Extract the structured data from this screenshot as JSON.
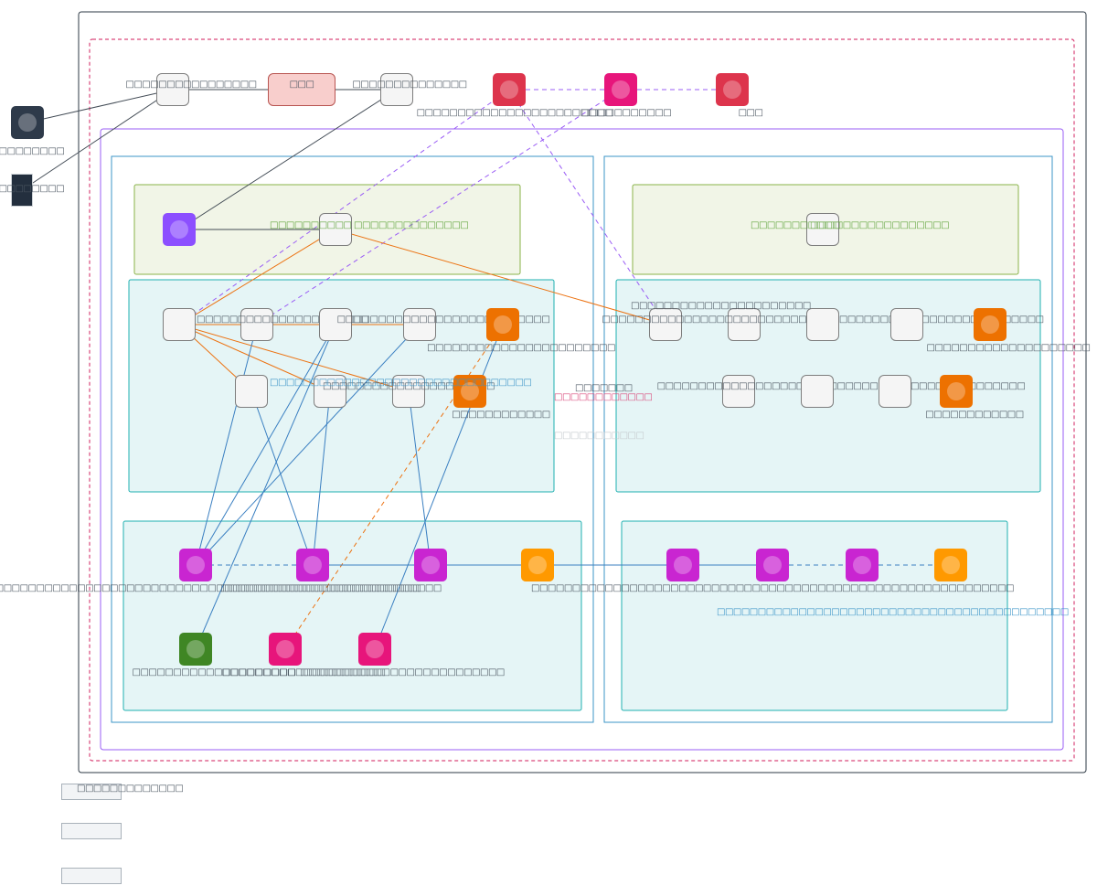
{
  "colors": {
    "outer_frame": "#2e3a45",
    "region_dashed": "#d9477a",
    "vpc": "#9a5cf5",
    "subnet_col": "#3b94c7",
    "green_group": "#8ab34a",
    "green_group_fill": "#f1f5e7",
    "teal_group": "#1fb0b0",
    "teal_group_fill": "#e5f5f6",
    "edge_dark": "#434c56",
    "edge_orange": "#ec7211",
    "edge_blue": "#3a7fc1",
    "edge_purple_dashed": "#9a5cf5",
    "edge_orange_dashed": "#ec7211"
  },
  "external": [
    {
      "id": "ext1",
      "label": "□□□□□□□□□",
      "icon": "user-icon",
      "color": "#2e3a4a"
    },
    {
      "id": "ext2",
      "label": "□□□□□□□□□□□□□",
      "icon": "device-icon",
      "color": "#232f3e"
    }
  ],
  "top_row": [
    {
      "id": "t1",
      "label": "□□□□□□□□□□□□□□□□",
      "kind": "service"
    },
    {
      "id": "t2",
      "label": "□□□",
      "kind": "service-red"
    },
    {
      "id": "t3",
      "label": "□□□□□□□□□□□□□□",
      "kind": "service"
    },
    {
      "id": "t4",
      "label": "□□□□□□□□□□□□□□□□□□□□□□□□",
      "kind": "icon",
      "color": "#dd344c",
      "icon": "security-icon"
    },
    {
      "id": "t5",
      "label": "□□□□□□□□□□□",
      "kind": "icon",
      "color": "#e7157b",
      "icon": "management-icon"
    },
    {
      "id": "t6",
      "label": "□□□",
      "kind": "icon",
      "color": "#dd344c",
      "icon": "security-icon"
    }
  ],
  "left_column": {
    "green_group": {
      "label_left": "□□□□□□□□□□",
      "label_right": "□□□□□□□□□□□□□□",
      "nodes": [
        {
          "id": "lg1",
          "kind": "icon",
          "color": "#8c4fff",
          "icon": "network-icon",
          "label": ""
        },
        {
          "id": "lg2",
          "kind": "service",
          "label": ""
        }
      ]
    },
    "teal_group": {
      "label": "□□□□□□□□□□□□□□□□□□□□□□□□□□□□□□□□",
      "nodes": [
        {
          "id": "a1",
          "kind": "service",
          "label": ""
        },
        {
          "id": "a2",
          "kind": "service",
          "label": "□□□□□□□□□□□□□□□□□□□□□"
        },
        {
          "id": "a3",
          "kind": "service",
          "label": ""
        },
        {
          "id": "a4",
          "kind": "service",
          "label": "□□□□□□□□□□□□□□□□□□□□□□□□□□"
        },
        {
          "id": "a5",
          "kind": "icon",
          "color": "#ed7100",
          "icon": "compute-icon",
          "label": "□□□□□□□□□□□□□□□□□□□□□□□"
        },
        {
          "id": "b1",
          "kind": "service",
          "label": ""
        },
        {
          "id": "b2",
          "kind": "service",
          "label": ""
        },
        {
          "id": "b3",
          "kind": "service",
          "label": "□□□□□□□□□□□□□□□□□□□□□"
        },
        {
          "id": "b4",
          "kind": "icon",
          "color": "#ed7100",
          "icon": "compute-icon",
          "label": "□□□□□□□□□□□□"
        }
      ]
    },
    "bottom_group": {
      "nodes": [
        {
          "id": "c1",
          "kind": "icon",
          "color": "#c925d1",
          "icon": "database-icon",
          "label": "□□□□□□□□□□□□□□□□□□□□□□□□□□□□□□□□□□□□□□□□□□□□□□□□□□□□□□□"
        },
        {
          "id": "c2",
          "kind": "icon",
          "color": "#c925d1",
          "icon": "database-icon",
          "label": "□□□□□□□□□□□□□□□□□□□□□□□□□□□"
        },
        {
          "id": "c3",
          "kind": "icon",
          "color": "#c925d1",
          "icon": "database-icon",
          "label": ""
        },
        {
          "id": "c4",
          "kind": "icon",
          "color": "#ff9900",
          "icon": "storage-icon",
          "label": ""
        },
        {
          "id": "d1",
          "kind": "icon",
          "color": "#3f8624",
          "icon": "storage-icon",
          "label": "□□□□□□□□□□□□□□□□□□□□"
        },
        {
          "id": "d2",
          "kind": "icon",
          "color": "#e7157b",
          "icon": "integration-icon",
          "label": "□□□□□□□□□□□□□□□□□□□□"
        },
        {
          "id": "d3",
          "kind": "icon",
          "color": "#e7157b",
          "icon": "integration-icon",
          "label": "□□□□□□□□□□□□□□□□□□□□□□□□□"
        }
      ]
    }
  },
  "right_column": {
    "green_group": {
      "label_left": "□□□□□□□□□□□",
      "label_right": "□□□□□□□□□□□□□□□□□",
      "nodes": [
        {
          "id": "rg1",
          "kind": "service",
          "label": ""
        }
      ]
    },
    "teal_group": {
      "label": "□□□□□□□□□□□□□□□□□□□□□□",
      "nodes": [
        {
          "id": "r1",
          "kind": "service",
          "label": ""
        },
        {
          "id": "r2",
          "kind": "service",
          "label": "□□□□□□□□□□□□□□□□□□□□□□□□□□□□□□□□□□□□□□□□□□□□□□□□□□□□□□"
        },
        {
          "id": "r3",
          "kind": "service",
          "label": ""
        },
        {
          "id": "r4",
          "kind": "service",
          "label": ""
        },
        {
          "id": "r5",
          "kind": "icon",
          "color": "#ed7100",
          "icon": "compute-icon",
          "label": "□□□□□□□□□□□□□□□□□□□□"
        },
        {
          "id": "s1",
          "kind": "service",
          "label": "□□□□□□□□□□□□□□□□□□□□□□□□□□□□□□□□□□□□□□□□□□□□□"
        },
        {
          "id": "s2",
          "kind": "service",
          "label": ""
        },
        {
          "id": "s3",
          "kind": "service",
          "label": ""
        },
        {
          "id": "s4",
          "kind": "icon",
          "color": "#ed7100",
          "icon": "compute-icon",
          "label": "□□□□□□□□□□□□"
        }
      ]
    },
    "bottom_group": {
      "label": "□□□□□□□□□□□□□□□□□□□□□□□□□□□□□□□□□□□□□□□□□□□",
      "nodes": [
        {
          "id": "e1",
          "kind": "icon",
          "color": "#c925d1",
          "icon": "database-icon",
          "label": ""
        },
        {
          "id": "e2",
          "kind": "icon",
          "color": "#c925d1",
          "icon": "database-icon",
          "label": "□□□□□□□□□□□□□□□□□□□□□□□□□□□□□□□□□□□□□□□□□□□□□□□□□□□□□□□□□□□"
        },
        {
          "id": "e3",
          "kind": "icon",
          "color": "#c925d1",
          "icon": "database-icon",
          "label": ""
        },
        {
          "id": "e4",
          "kind": "icon",
          "color": "#ff9900",
          "icon": "storage-icon",
          "label": ""
        }
      ]
    }
  },
  "middle_labels": {
    "gap_dark": "□□□□□□□",
    "gap_pink": "□□□□□□□□□□□□",
    "gap_faint": "□□□□□□□□□□□"
  },
  "legend": [
    {
      "label": "□□□□□□□□□□□□□"
    },
    {
      "label": ""
    },
    {
      "label": ""
    }
  ]
}
